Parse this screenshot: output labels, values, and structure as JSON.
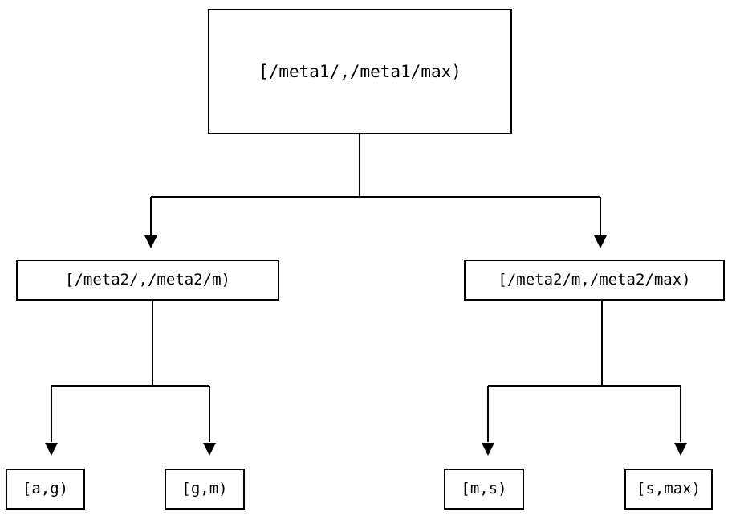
{
  "diagram": {
    "type": "tree",
    "orientation": "top-down",
    "background_color": "#ffffff",
    "line_color": "#000000",
    "text_color": "#000000",
    "edge_style": "orthogonal-with-arrowhead",
    "arrowhead_shape": "filled-triangle-down",
    "levels": 3
  },
  "nodes": {
    "root": {
      "label": "[/meta1/,/meta1/max)",
      "level": 0
    },
    "mid_left": {
      "label": "[/meta2/,/meta2/m)",
      "level": 1
    },
    "mid_right": {
      "label": "[/meta2/m,/meta2/max)",
      "level": 1
    },
    "leaf_ag": {
      "label": "[a,g)",
      "level": 2
    },
    "leaf_gm": {
      "label": "[g,m)",
      "level": 2
    },
    "leaf_ms": {
      "label": "[m,s)",
      "level": 2
    },
    "leaf_smax": {
      "label": "[s,max)",
      "level": 2
    }
  },
  "edges": [
    {
      "from": "root",
      "to": "mid_left"
    },
    {
      "from": "root",
      "to": "mid_right"
    },
    {
      "from": "mid_left",
      "to": "leaf_ag"
    },
    {
      "from": "mid_left",
      "to": "leaf_gm"
    },
    {
      "from": "mid_right",
      "to": "leaf_ms"
    },
    {
      "from": "mid_right",
      "to": "leaf_smax"
    }
  ]
}
